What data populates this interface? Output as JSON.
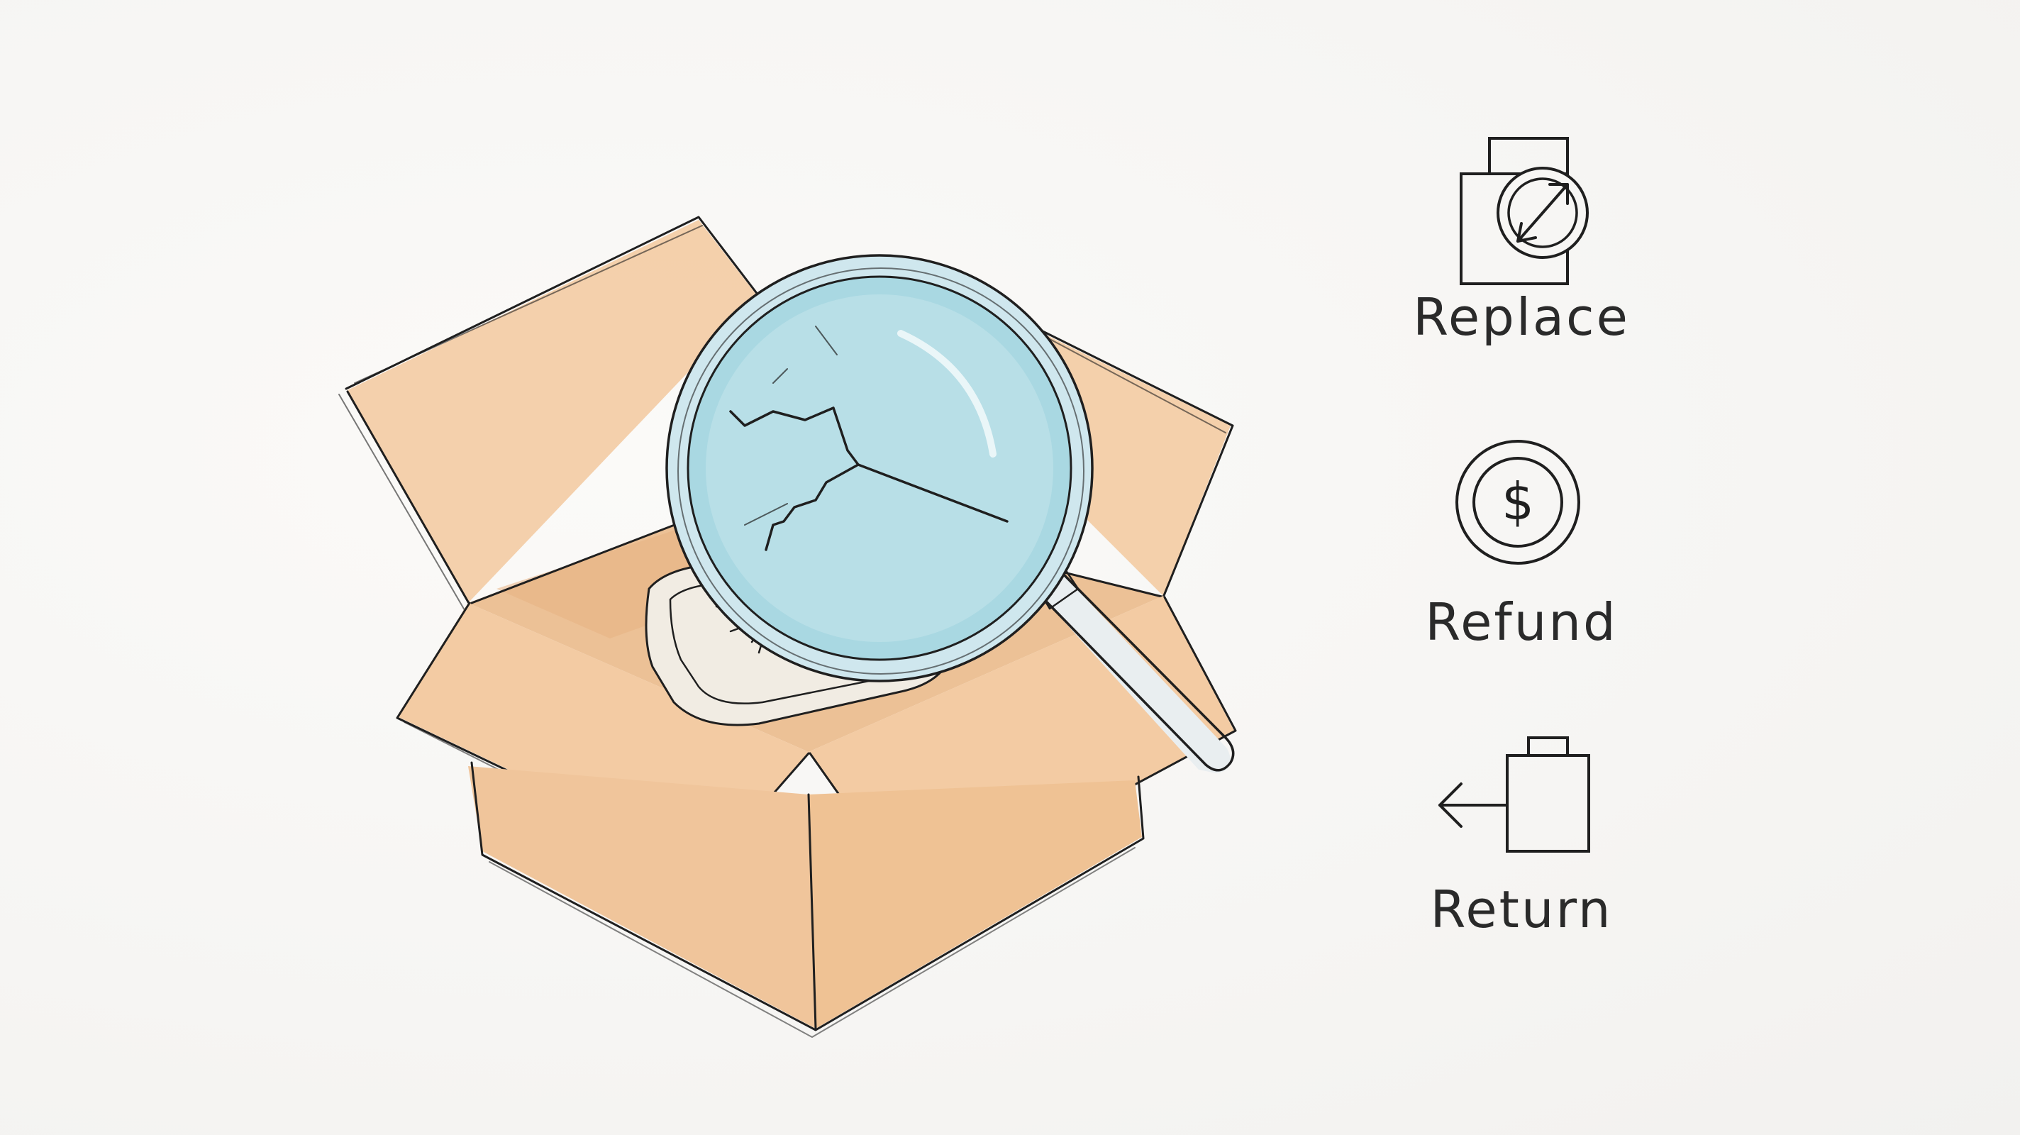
{
  "options": [
    {
      "id": "replace",
      "label": "Replace",
      "icon": "replace-icon"
    },
    {
      "id": "refund",
      "label": "Refund",
      "icon": "refund-dollar-coin-icon"
    },
    {
      "id": "return",
      "label": "Return",
      "icon": "return-package-arrow-icon"
    }
  ],
  "illustration": {
    "subject": "open-cardboard-box-with-magnifying-glass-over-cracked-item",
    "colors": {
      "box": "#f2c9a0",
      "box_shadow": "#e9b685",
      "lens": "#a9d8e2",
      "ink": "#1f1f1f"
    }
  }
}
